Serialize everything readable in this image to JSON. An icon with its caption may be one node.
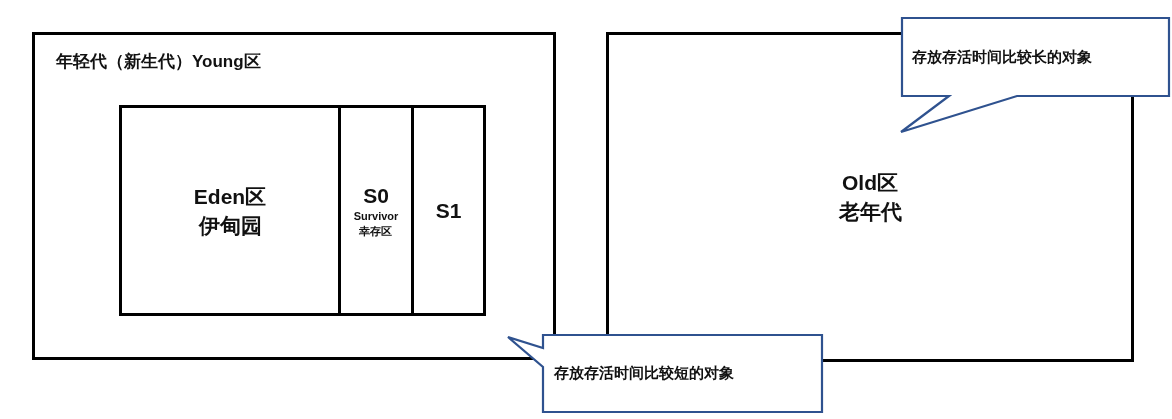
{
  "diagram": {
    "nodes": [
      {
        "text": [
          "年轻代（新生代）Young区"
        ]
      },
      {
        "text": [
          "Eden区",
          "伊甸园"
        ],
        "in": 0
      },
      {
        "text": [
          "S0",
          "Survivor 幸存区"
        ],
        "in": 0
      },
      {
        "text": [
          "S1"
        ],
        "in": 0
      },
      {
        "text": [
          "Old区",
          "老年代"
        ]
      },
      {
        "text": [
          "存放存活时间比较长的对象"
        ]
      },
      {
        "text": [
          "存放存活时间比较短的对象"
        ]
      }
    ]
  }
}
